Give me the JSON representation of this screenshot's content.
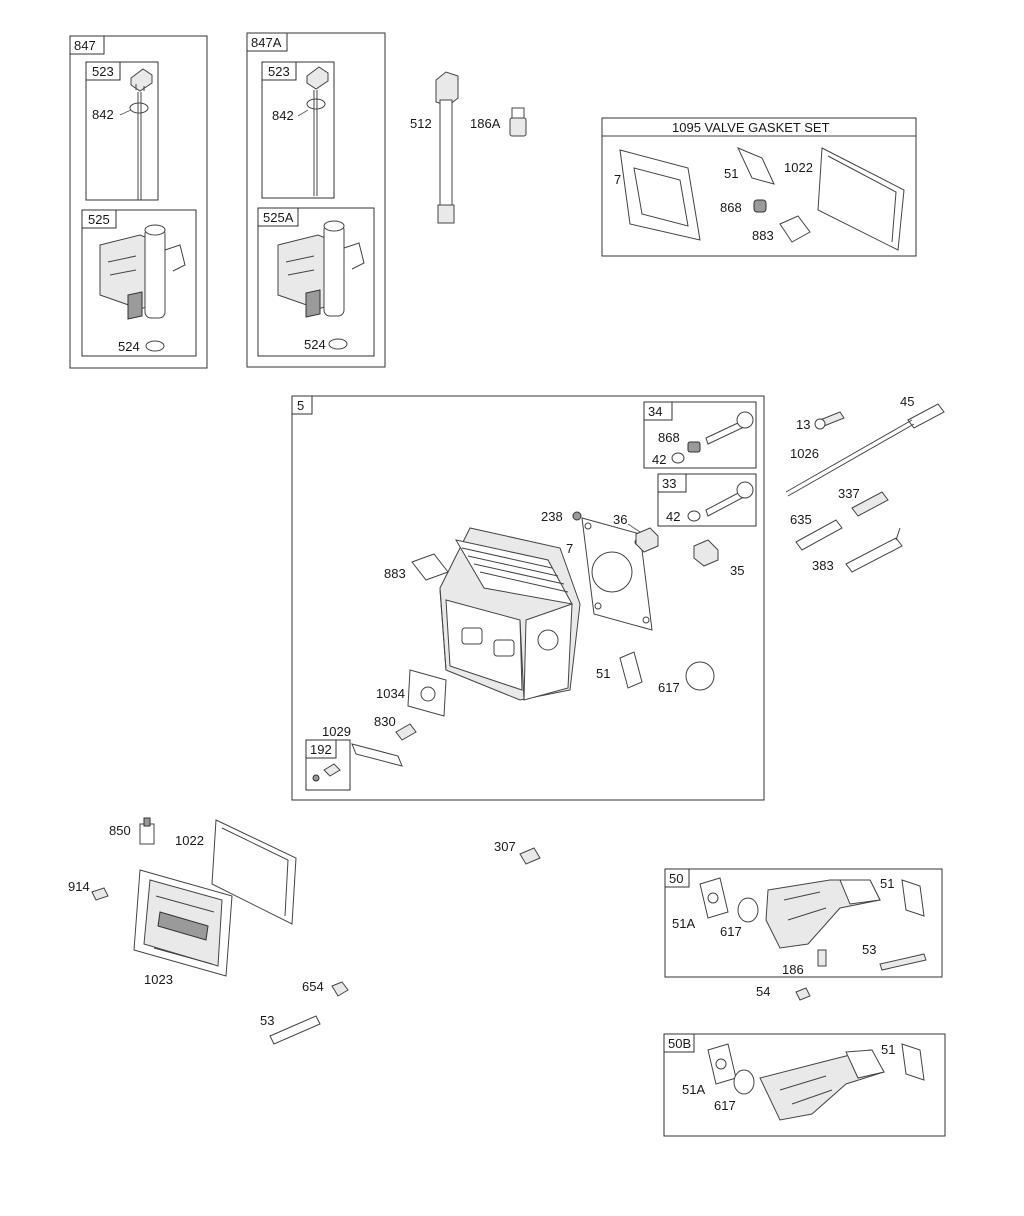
{
  "groups": {
    "g847": "847",
    "g847a": "847A",
    "g5": "5",
    "g34": "34",
    "g33": "33",
    "g192": "192",
    "g50": "50",
    "g50b": "50B",
    "g523a": "523",
    "g523b": "523",
    "g525": "525",
    "g525a": "525A",
    "valve_gasket_set": "1095 VALVE GASKET SET"
  },
  "labels": {
    "l842a": "842",
    "l524a": "524",
    "l842b": "842",
    "l524b": "524",
    "l512": "512",
    "l186a": "186A",
    "l7a": "7",
    "l51a": "51",
    "l1022a": "1022",
    "l868a": "868",
    "l883a": "883",
    "l868b": "868",
    "l42a": "42",
    "l42b": "42",
    "l238": "238",
    "l36": "36",
    "l7b": "7",
    "l35": "35",
    "l883b": "883",
    "l51b": "51",
    "l617a": "617",
    "l1034": "1034",
    "l830": "830",
    "l1029": "1029",
    "l13": "13",
    "l45": "45",
    "l1026": "1026",
    "l337": "337",
    "l635": "635",
    "l383": "383",
    "l850": "850",
    "l1022b": "1022",
    "l914": "914",
    "l1023": "1023",
    "l654": "654",
    "l53a": "53",
    "l307": "307",
    "l51c": "51",
    "l51a_1": "51A",
    "l617b": "617",
    "l53b": "53",
    "l186": "186",
    "l54": "54",
    "l51d": "51",
    "l51a_2": "51A",
    "l617c": "617"
  }
}
